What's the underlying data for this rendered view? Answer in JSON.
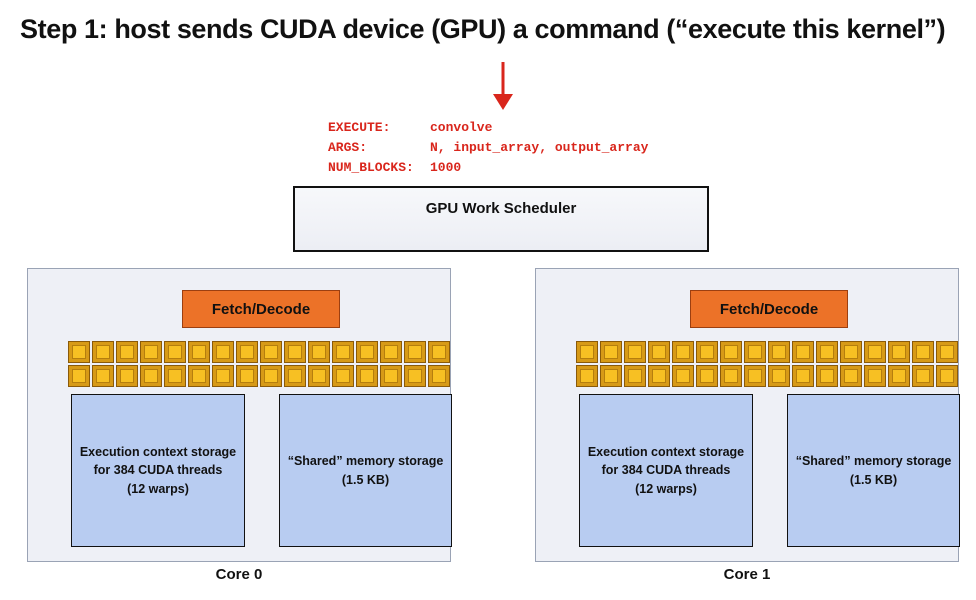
{
  "title": "Step 1: host sends CUDA device (GPU) a command (“execute this kernel”)",
  "command": {
    "rows": [
      {
        "key": "EXECUTE:",
        "value": "convolve"
      },
      {
        "key": "ARGS:",
        "value": "N, input_array, output_array"
      },
      {
        "key": "NUM_BLOCKS:",
        "value": "1000"
      }
    ]
  },
  "scheduler": {
    "label": "GPU Work Scheduler"
  },
  "cores": [
    {
      "fetch_label": "Fetch/Decode",
      "alu_count": 32,
      "context_label": "Execution context storage for 384 CUDA threads\n(12 warps)",
      "shared_label": "“Shared” memory storage (1.5 KB)",
      "caption": "Core 0"
    },
    {
      "fetch_label": "Fetch/Decode",
      "alu_count": 32,
      "context_label": "Execution context storage for 384 CUDA threads\n(12 warps)",
      "shared_label": "“Shared” memory storage (1.5 KB)",
      "caption": "Core 1"
    }
  ],
  "colors": {
    "accent_red": "#d9261c",
    "fetch_orange": "#ec7228",
    "alu_gold": "#f7c023",
    "storage_blue": "#b8ccf1",
    "core_bg": "#eef0f6"
  }
}
